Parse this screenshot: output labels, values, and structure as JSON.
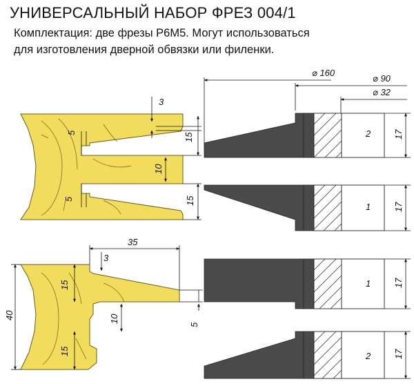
{
  "title": "УНИВЕРСАЛЬНЫЙ НАБОР ФРЕЗ 004/1",
  "description": {
    "line1": "Комплектация: две фрезы Р6М5. Могут использоваться",
    "line2": "для изготовления дверной обвязки или филенки."
  },
  "colors": {
    "wood": "#f2dc5e",
    "wood_stroke": "#6b5b1a",
    "cutter": "#4a4a4a",
    "hatch": "#ffffff"
  },
  "dimensions": {
    "top_left": {
      "gap_top": "3",
      "tongue_height": "15",
      "groove_depth_upper": "5",
      "middle_height": "10",
      "groove_depth_lower": "5",
      "tongue_height_lower": "15"
    },
    "bottom_left": {
      "length": "35",
      "gap": "3",
      "height_total": "40",
      "tongue_upper": "15",
      "middle": "10",
      "tongue_lower": "15",
      "tip": "5"
    },
    "cutter": {
      "outer_diameter": "⌀ 160",
      "body_diameter": "⌀ 90",
      "bore_diameter": "⌀ 32",
      "height": "17"
    }
  },
  "cutter_numbers": {
    "top_upper": "2",
    "top_lower": "1",
    "bottom_upper": "1",
    "bottom_lower": "2"
  }
}
